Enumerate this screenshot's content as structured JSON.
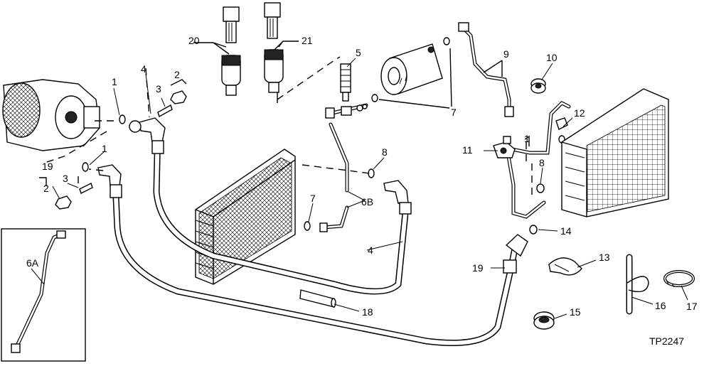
{
  "figure_id": "TP2247",
  "callouts": {
    "c1a": "1",
    "c1b": "1",
    "c1c": "1",
    "c2a": "2",
    "c2b": "2",
    "c3a": "3",
    "c3b": "3",
    "c4a": "4",
    "c4b": "4",
    "c5": "5",
    "c6a": "6A",
    "c6b": "6B",
    "c7a": "7",
    "c7b": "7",
    "c8a": "8",
    "c8b": "8",
    "c9": "9",
    "c10": "10",
    "c11": "11",
    "c12": "12",
    "c13": "13",
    "c14": "14",
    "c15": "15",
    "c16": "16",
    "c17": "17",
    "c18": "18",
    "c19a": "19",
    "c19b": "19",
    "c20": "20",
    "c21": "21"
  }
}
